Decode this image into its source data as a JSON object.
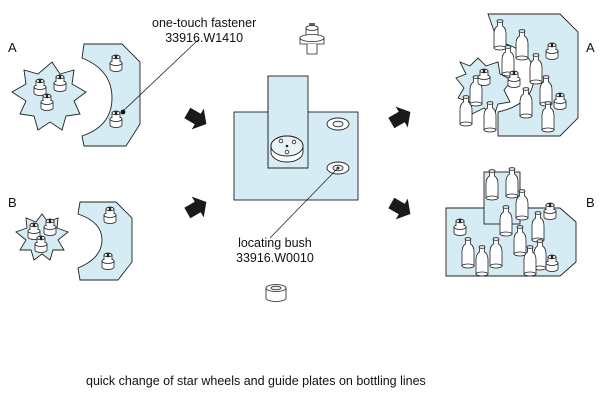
{
  "labels": {
    "row_a_left": "A",
    "row_b_left": "B",
    "row_a_right": "A",
    "row_b_right": "B"
  },
  "callouts": {
    "fastener_name": "one-touch fastener",
    "fastener_part": "33916.W1410",
    "bush_name": "locating bush",
    "bush_part": "33916.W0010"
  },
  "caption": "quick change of star wheels and guide plates on bottling lines",
  "colors": {
    "plate_fill": "#d6ecf4",
    "outline": "#222222",
    "arrow": "#1a1a1a",
    "background": "#ffffff"
  },
  "icons": [
    "star-wheel-icon",
    "guide-plate-icon",
    "one-touch-fastener-icon",
    "locating-bush-icon",
    "bottle-icon",
    "arrow-icon"
  ]
}
